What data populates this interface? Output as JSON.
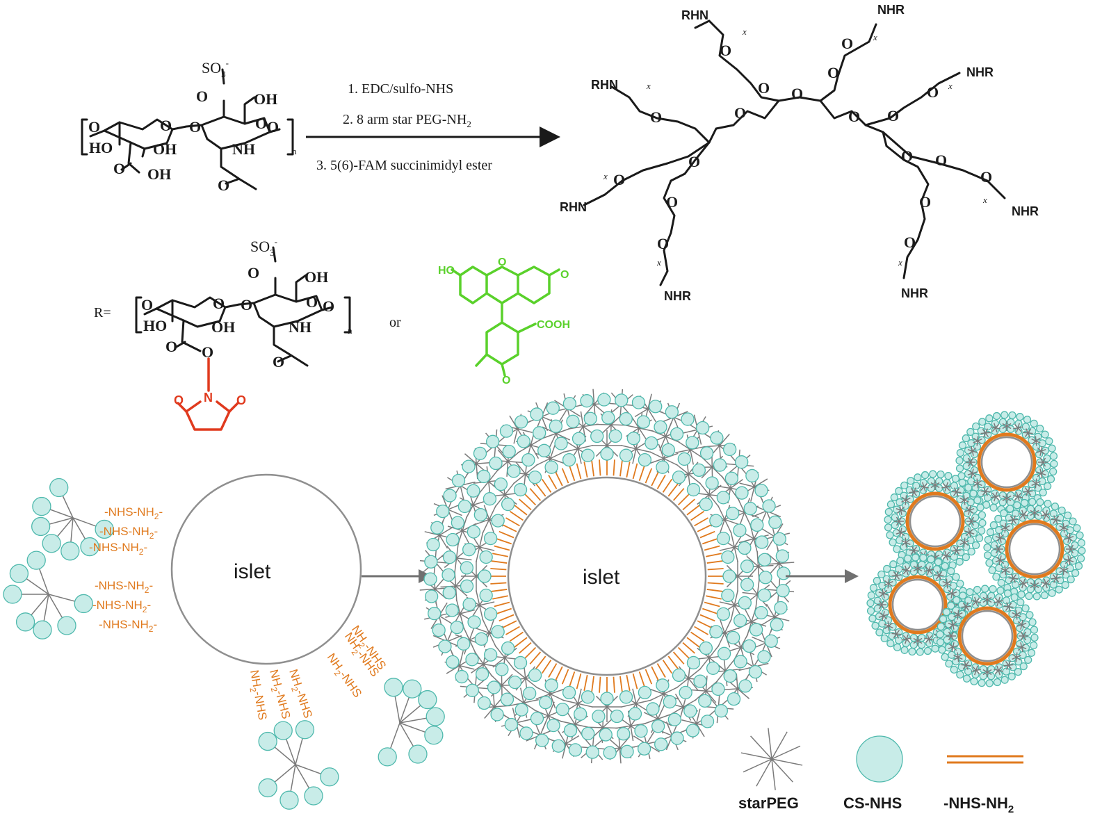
{
  "reaction": {
    "step1": "1. EDC/sulfo-NHS",
    "step2": "2. 8 arm star PEG-NH",
    "step2_sub": "2",
    "step3": "3. 5(6)-FAM  succinimidyl ester"
  },
  "chondroitin": {
    "so3": "SO",
    "so3_sub": "3",
    "so3_sup": "-",
    "oh": "OH",
    "ho": "HO",
    "o": "O",
    "nh": "NH",
    "n_sub": "n"
  },
  "star_peg": {
    "end_rhn": "RHN",
    "end_nhr": "NHR",
    "o": "O",
    "x": "x"
  },
  "r_group": {
    "r_eq": "R=",
    "or": "or",
    "nhs_n": "N",
    "nhs_o": "O",
    "fam_ho": "HO",
    "fam_o": "O",
    "fam_cooh": "COOH"
  },
  "assembly": {
    "islet_label": "islet",
    "linker_label": "-NHS-NH",
    "linker_sub": "2",
    "linker_label_rev": "NH",
    "linker_rev_tail": "-NHS"
  },
  "legend": {
    "starpeg": "starPEG",
    "cs_nhs": "CS-NHS",
    "linker": "-NHS-NH",
    "linker_sub": "2"
  },
  "colors": {
    "bead_fill": "#c8ece8",
    "bead_stroke": "#4fb9ad",
    "linker": "#e07a1e",
    "nhs": "#e03a1e",
    "fam": "#5ad12b"
  }
}
